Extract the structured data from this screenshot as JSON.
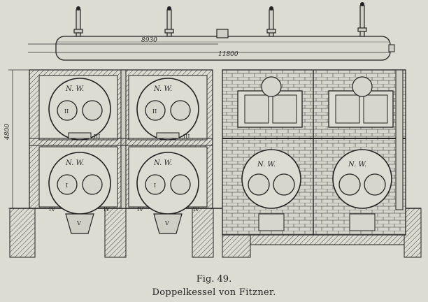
{
  "drawing": {
    "dimensions": {
      "pipe_length": "8930",
      "total_length": "11800",
      "height": "4800"
    },
    "boiler_mark": "N. W.",
    "roman_numerals": {
      "upper_boiler": "II",
      "upper_firebox": "III",
      "lower_boiler": "I",
      "lower_side": "IV",
      "lower_firebox": "V"
    }
  },
  "caption": {
    "figure_number": "Fig. 49.",
    "title": "Doppelkessel von Fitzner."
  }
}
